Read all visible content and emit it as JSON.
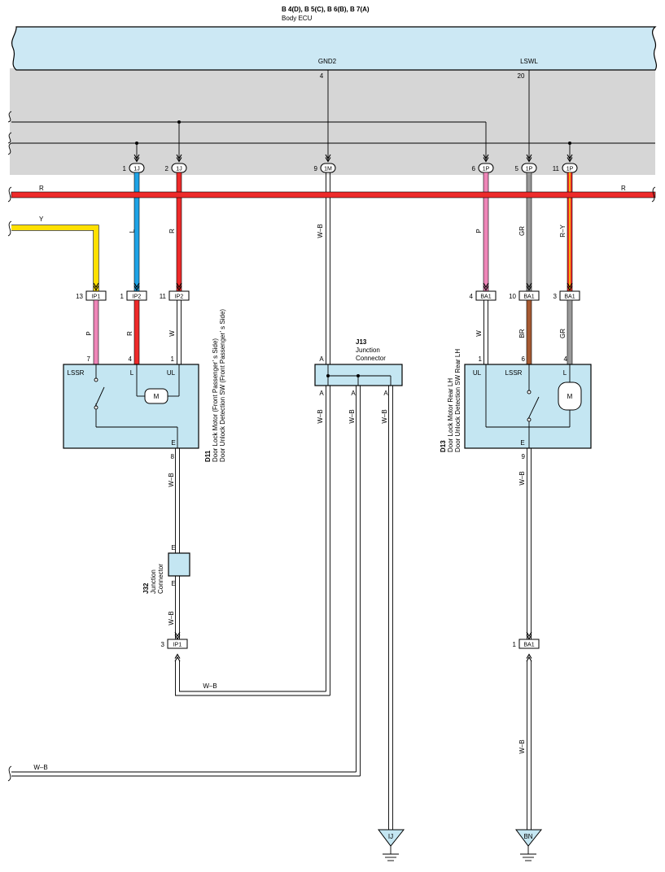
{
  "ecu": {
    "connectors": "B 4(D), B 5(C), B 6(B), B 7(A)",
    "name": "Body ECU",
    "pins": [
      {
        "name": "GND2",
        "number": "4"
      },
      {
        "name": "LSWL",
        "number": "20"
      }
    ]
  },
  "ecu_connectors": [
    {
      "pin": "1",
      "label": "1J"
    },
    {
      "pin": "2",
      "label": "1J"
    },
    {
      "pin": "9",
      "label": "1M"
    },
    {
      "pin": "6",
      "label": "1P"
    },
    {
      "pin": "5",
      "label": "1P"
    },
    {
      "pin": "11",
      "label": "1P"
    }
  ],
  "bus_wire": {
    "left": "R",
    "right": "R"
  },
  "feed_wire": "Y",
  "wire_colors": {
    "red": "#ee2a2a",
    "blue": "#1ea3e6",
    "pink": "#ee86b8",
    "yellow": "#ffe000",
    "gray": "#999999",
    "brown": "#a65a32",
    "component_fill": "#c4e6f2",
    "ecu_fill": "#cce8f4",
    "panel_fill": "#d6d6d6"
  },
  "wire_labels": {
    "l": "L",
    "r": "R",
    "wb": "W–B",
    "p": "P",
    "gr": "GR",
    "ry": "R–Y",
    "w": "W",
    "br": "BR"
  },
  "ip_connectors": [
    {
      "pin": "13",
      "label": "IP1"
    },
    {
      "pin": "1",
      "label": "IP2"
    },
    {
      "pin": "11",
      "label": "IP2"
    },
    {
      "pin": "3",
      "label": "IP1"
    }
  ],
  "ba_connectors": [
    {
      "pin": "4",
      "label": "BA1"
    },
    {
      "pin": "10",
      "label": "BA1"
    },
    {
      "pin": "3",
      "label": "BA1"
    },
    {
      "pin": "1",
      "label": "BA1"
    }
  ],
  "d11": {
    "code": "D11",
    "line1": "Door Lock Motor (Front Passenger’ s Side)",
    "line2": "Door Unlock Detection SW (Front Passenger’ s Side)",
    "terminals": [
      "LSSR",
      "L",
      "UL",
      "E"
    ],
    "pins": [
      "7",
      "4",
      "1",
      "8"
    ],
    "motor": "M"
  },
  "d13": {
    "code": "D13",
    "line1": "Door Lock Motor Rear LH",
    "line2": "Door Unlock Detection SW Rear LH",
    "terminals": [
      "UL",
      "LSSR",
      "L",
      "E"
    ],
    "pins": [
      "1",
      "6",
      "4",
      "9"
    ],
    "motor": "M"
  },
  "j13": {
    "code": "J13",
    "line1": "Junction",
    "line2": "Connector",
    "term": "A"
  },
  "j32": {
    "code": "J32",
    "line1": "Junction",
    "line2": "Connector",
    "term": "E"
  },
  "grounds": [
    "IJ",
    "BN"
  ]
}
